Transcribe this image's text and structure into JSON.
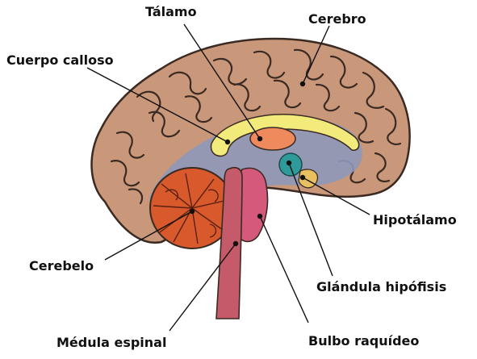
{
  "labels": {
    "talamo": "Tálamo",
    "cerebro": "Cerebro",
    "cuerpo_calloso": "Cuerpo calloso",
    "hipotalamo": "Hipotálamo",
    "cerebelo": "Cerebelo",
    "glandula_hipofisis": "Glándula hipófisis",
    "medula_espinal": "Médula espinal",
    "bulbo_raquideo": "Bulbo raquídeo"
  },
  "colors": {
    "cerebrum": "#c9977a",
    "cerebrum_outline": "#3a2a22",
    "inner_region": "#8e98b8",
    "corpus_callosum": "#f2ea7a",
    "thalamus": "#ee8a5c",
    "hypothalamus": "#2f9a9a",
    "pituitary": "#e8c060",
    "cerebellum": "#d85a2c",
    "brainstem": "#d4597a",
    "spinal_cord": "#c45a6a"
  }
}
